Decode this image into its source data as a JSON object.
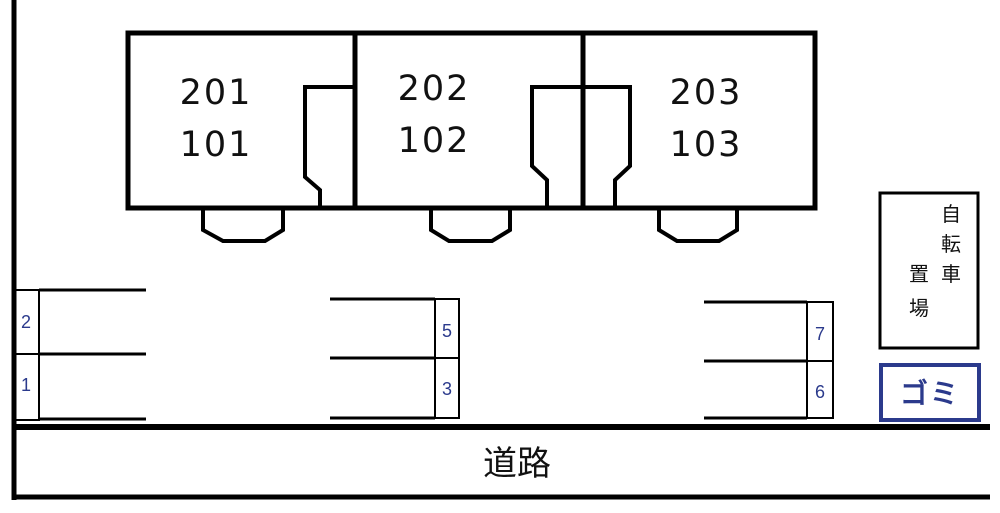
{
  "buildings": [
    {
      "upper_unit": "201",
      "lower_unit": "101"
    },
    {
      "upper_unit": "202",
      "lower_unit": "102"
    },
    {
      "upper_unit": "203",
      "lower_unit": "103"
    }
  ],
  "parking": {
    "left_block": {
      "upper": "2",
      "lower": "1"
    },
    "middle_block": {
      "upper": "5",
      "lower": "3"
    },
    "right_block": {
      "upper": "7",
      "lower": "6"
    }
  },
  "bicycle_parking": {
    "col1": "置場",
    "col2": "自転車"
  },
  "garbage": {
    "label": "ゴミ"
  },
  "road": {
    "label": "道路"
  },
  "colors": {
    "line": "#000000",
    "label_blue": "#2b3a8c"
  }
}
